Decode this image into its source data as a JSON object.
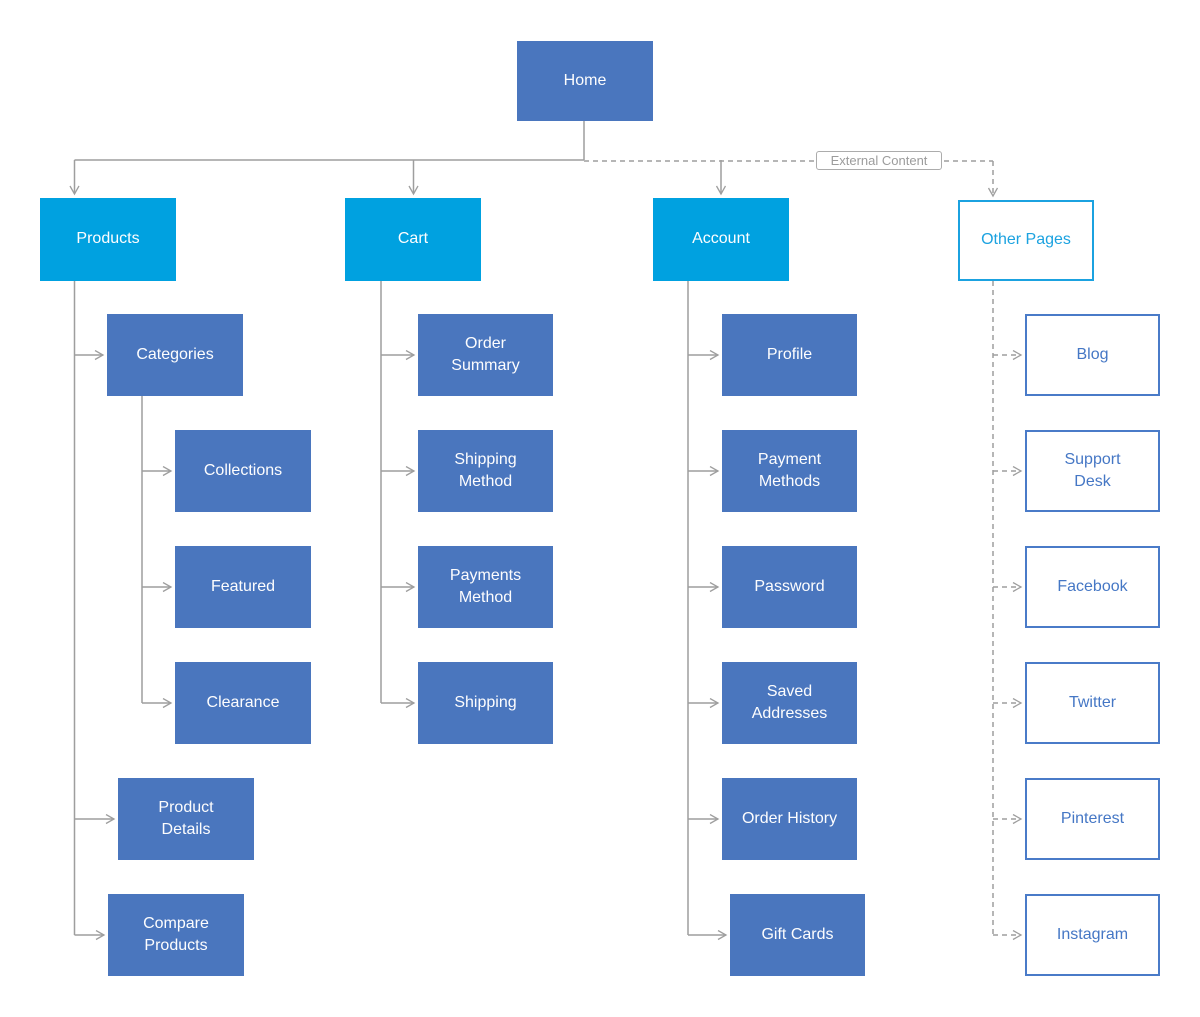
{
  "diagram": {
    "kind": "sitemap-flowchart",
    "colors": {
      "top_level_fill": "#00A1E0",
      "child_fill": "#4A76BE",
      "external_outline": "#4A7BC8",
      "external_top_outline": "#1BA2E0",
      "connector": "#9E9E9E",
      "annotation_text": "#9C9C9C"
    },
    "annotation": {
      "external_content": "External Content"
    },
    "nodes": {
      "home": {
        "label": "Home"
      },
      "products": {
        "label": "Products"
      },
      "cart": {
        "label": "Cart"
      },
      "account": {
        "label": "Account"
      },
      "other_pages": {
        "label": "Other Pages"
      },
      "categories": {
        "label": "Categories"
      },
      "collections": {
        "label": "Collections"
      },
      "featured": {
        "label": "Featured"
      },
      "clearance": {
        "label": "Clearance"
      },
      "product_details": {
        "label": "Product Details"
      },
      "compare_products": {
        "label": "Compare Products"
      },
      "order_summary": {
        "label": "Order Summary"
      },
      "shipping_method": {
        "label": "Shipping Method"
      },
      "payments_method": {
        "label": "Payments Method"
      },
      "shipping": {
        "label": "Shipping"
      },
      "profile": {
        "label": "Profile"
      },
      "payment_methods": {
        "label": "Payment Methods"
      },
      "password": {
        "label": "Password"
      },
      "saved_addresses": {
        "label": "Saved Addresses"
      },
      "order_history": {
        "label": "Order History"
      },
      "gift_cards": {
        "label": "Gift Cards"
      },
      "blog": {
        "label": "Blog"
      },
      "support_desk": {
        "label": "Support Desk"
      },
      "facebook": {
        "label": "Facebook"
      },
      "twitter": {
        "label": "Twitter"
      },
      "pinterest": {
        "label": "Pinterest"
      },
      "instagram": {
        "label": "Instagram"
      }
    },
    "structure": {
      "home": [
        "products",
        "cart",
        "account",
        "other_pages"
      ],
      "products": [
        "categories",
        "product_details",
        "compare_products"
      ],
      "categories": [
        "collections",
        "featured",
        "clearance"
      ],
      "cart": [
        "order_summary",
        "shipping_method",
        "payments_method",
        "shipping"
      ],
      "account": [
        "profile",
        "payment_methods",
        "password",
        "saved_addresses",
        "order_history",
        "gift_cards"
      ],
      "other_pages": [
        "blog",
        "support_desk",
        "facebook",
        "twitter",
        "pinterest",
        "instagram"
      ]
    }
  }
}
